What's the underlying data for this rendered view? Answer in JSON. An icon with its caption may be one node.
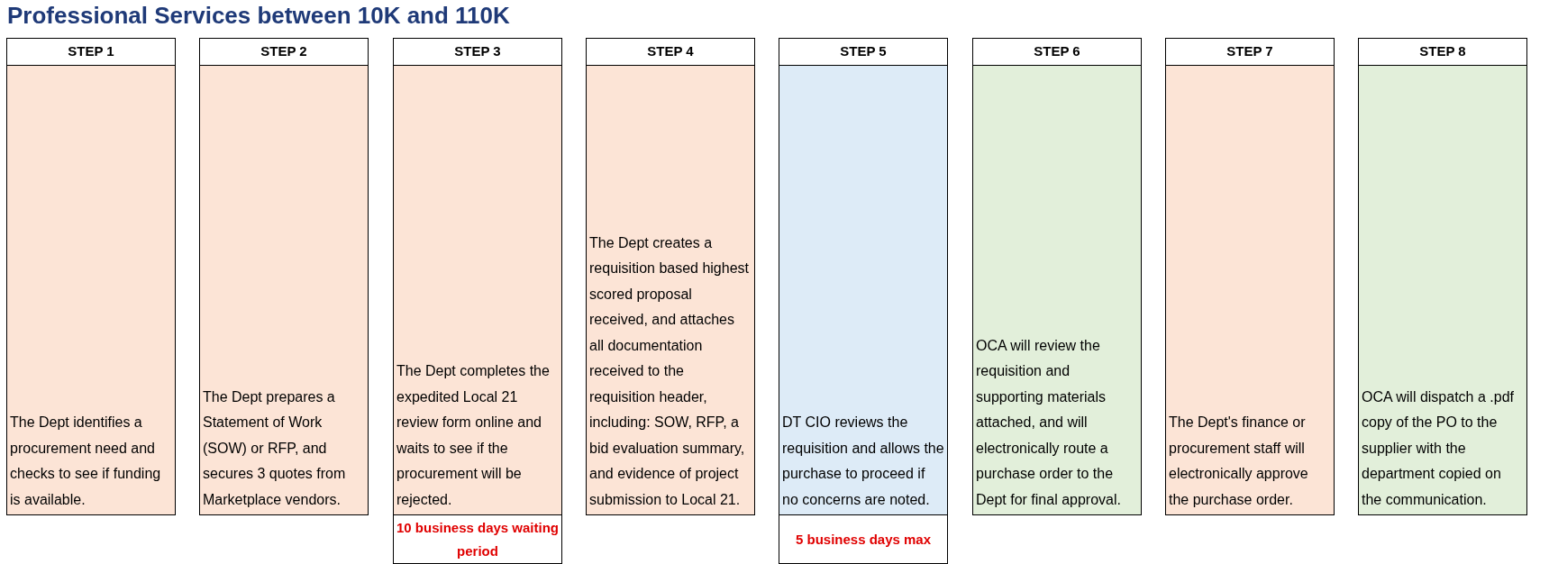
{
  "diagram": {
    "title": "Professional Services between 10K and 110K",
    "nodes": [
      {
        "text": [
          "STEP 1",
          "The Dept identifies a procurement need and checks to see if funding is available."
        ]
      },
      {
        "text": [
          "STEP 2",
          "The Dept prepares a Statement of Work (SOW) or RFP, and secures 3 quotes from Marketplace vendors."
        ]
      },
      {
        "text": [
          "STEP 3",
          "The Dept completes the expedited Local 21 review form online and waits to see if the procurement will be rejected."
        ],
        "beside": [
          "10 business days waiting period"
        ]
      },
      {
        "text": [
          "STEP 4",
          "The Dept creates a requisition based highest scored proposal received, and attaches all documentation received to the requisition header, including: SOW, RFP, a bid evaluation summary, and evidence of project submission to Local 21."
        ]
      },
      {
        "text": [
          "STEP 5",
          "DT CIO reviews the requisition and allows the purchase to proceed if no concerns are noted."
        ],
        "beside": [
          "5 business days max"
        ]
      },
      {
        "text": [
          "STEP 6",
          "OCA will review the requisition and supporting materials attached, and will electronically route a purchase order to the Dept for final approval."
        ]
      },
      {
        "text": [
          "STEP 7",
          "The Dept's finance or procurement staff will electronically approve the purchase order."
        ]
      },
      {
        "text": [
          "STEP 8",
          "OCA will dispatch a .pdf copy of the PO to the supplier with the department copied on the communication."
        ]
      }
    ]
  }
}
